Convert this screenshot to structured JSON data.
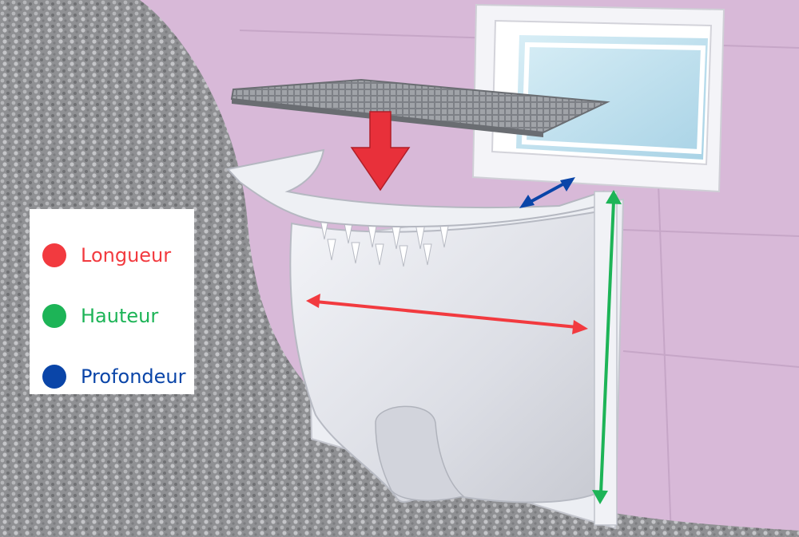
{
  "legend": {
    "items": [
      {
        "label": "Longueur",
        "color": "#f23a3f"
      },
      {
        "label": "Hauteur",
        "color": "#1db457"
      },
      {
        "label": "Profondeur",
        "color": "#0a45a8"
      }
    ]
  },
  "colors": {
    "wall": "#d8b9d8",
    "gravel": "#9a9a9c",
    "shell": "#e6e8ee",
    "grate": "#8d9095",
    "arrow_red": "#e8303a",
    "length": "#f23a3f",
    "height": "#1db457",
    "depth": "#0a45a8"
  }
}
